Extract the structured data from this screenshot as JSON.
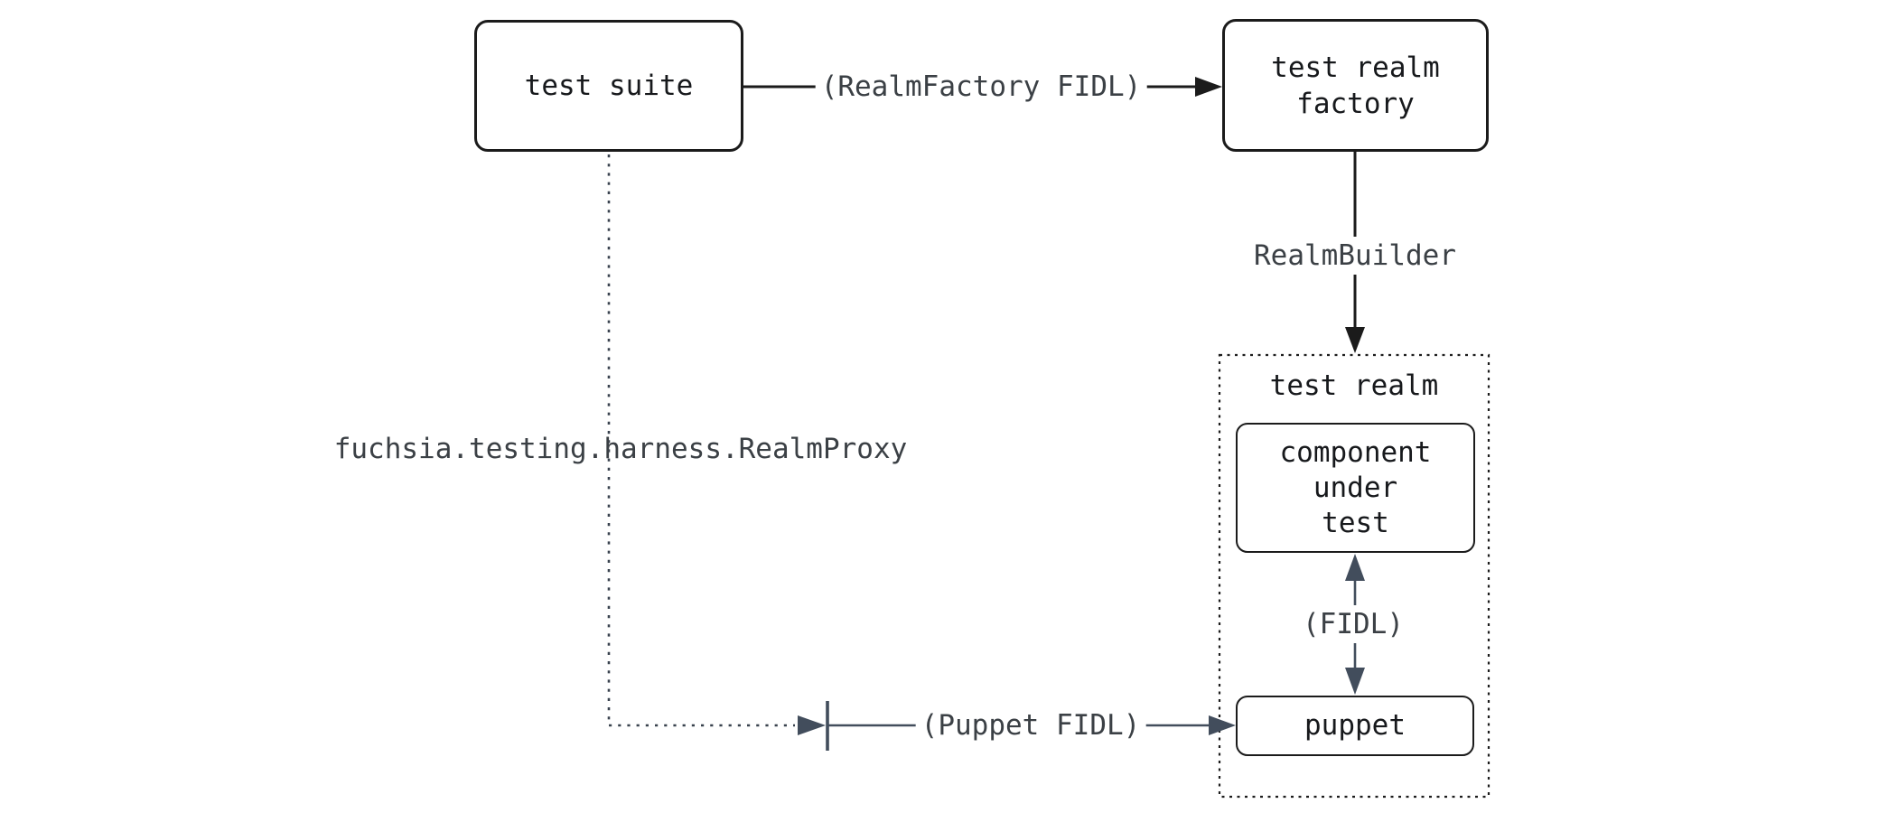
{
  "colors": {
    "background": "#ffffff",
    "node_border": "#1b1b1b",
    "node_text": "#17191c",
    "connector_black": "#1b1b1b",
    "connector_slate": "#424d5c",
    "connector_dotted": "#39424e",
    "container_border": "#1c1c1c",
    "label_text": "#3b4045"
  },
  "nodes": {
    "test_suite": {
      "label": "test suite"
    },
    "test_realm_factory": {
      "lines": [
        "test realm",
        "factory"
      ]
    },
    "test_realm": {
      "title": "test realm"
    },
    "component_under_test": {
      "lines": [
        "component",
        "under",
        "test"
      ]
    },
    "puppet": {
      "label": "puppet"
    }
  },
  "connectors": {
    "realm_factory": {
      "label": "(RealmFactory FIDL)"
    },
    "realm_builder": {
      "label": "RealmBuilder"
    },
    "fidl": {
      "label": "(FIDL)"
    },
    "realm_proxy": {
      "label": "fuchsia.testing.harness.RealmProxy"
    },
    "puppet_fidl": {
      "label": "(Puppet FIDL)"
    }
  }
}
